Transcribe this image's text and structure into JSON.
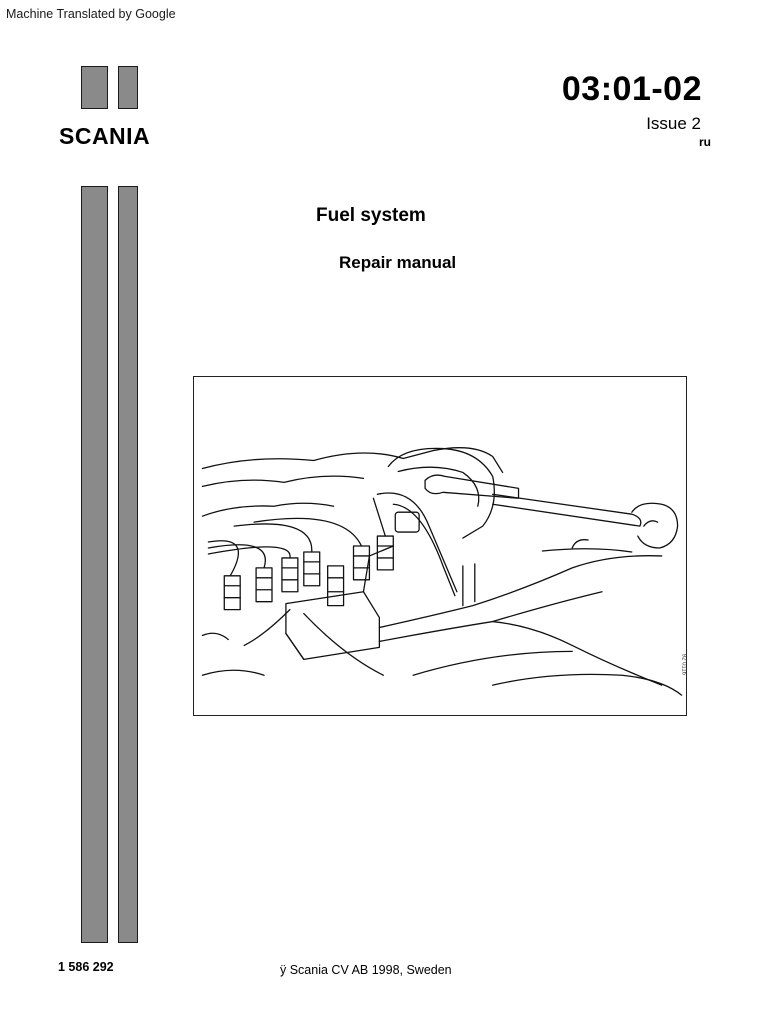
{
  "header": {
    "translation_note": "Machine Translated by Google",
    "brand": "SCANIA",
    "doc_number": "03:01-02",
    "issue": "Issue 2",
    "language": "ru"
  },
  "main": {
    "title": "Fuel system",
    "subtitle": "Repair manual",
    "illustration_code": "92 0116"
  },
  "footer": {
    "part_number": "1 586 292",
    "copyright": "ÿ Scania CV AB 1998, Sweden"
  },
  "colors": {
    "bar_fill": "#8a8a8a",
    "bar_border": "#1a1a1a",
    "text": "#000000"
  }
}
